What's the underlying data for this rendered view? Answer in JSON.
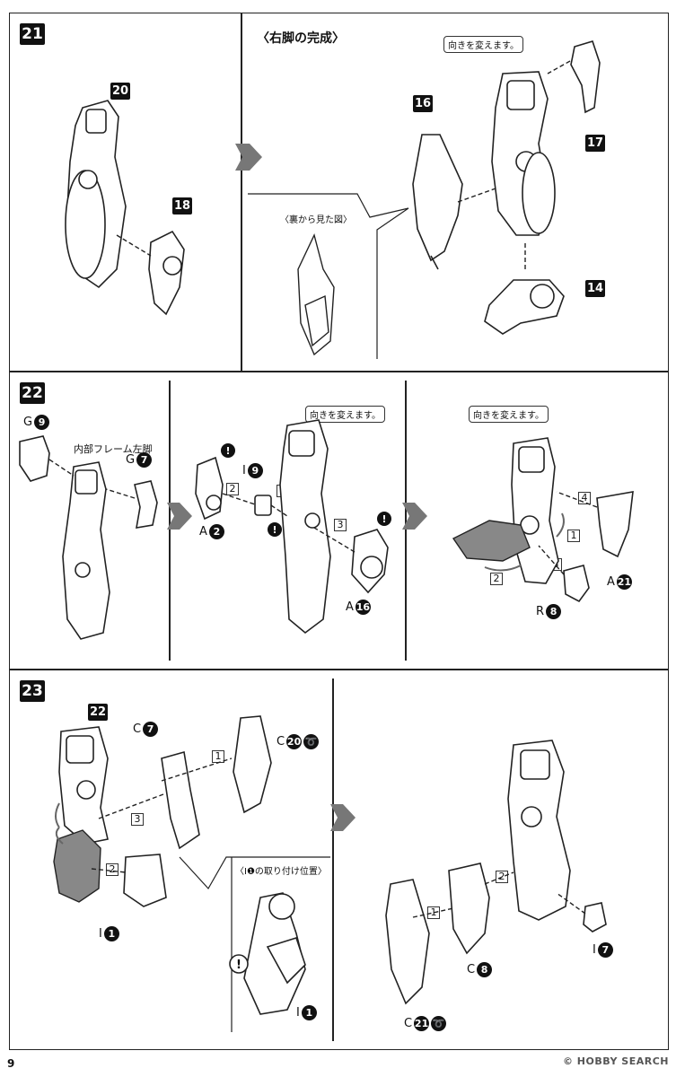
{
  "page_number": "9",
  "watermark": "© HOBBY SEARCH",
  "step21": {
    "step": "21",
    "title": "〈右脚の完成〉",
    "change_dir": "向きを変えます。",
    "back_view": "〈裏から見た図〉",
    "parts": {
      "p20": "20",
      "p18": "18",
      "p16": "16",
      "p17": "17",
      "p14": "14"
    }
  },
  "step22": {
    "step": "22",
    "inner_frame": "内部フレーム左脚",
    "change_dir_a": "向きを変えます。",
    "change_dir_b": "向きを変えます。",
    "labels": {
      "g9_letter": "G",
      "g9_num": "9",
      "g7_letter": "G",
      "g7_num": "7",
      "a2_letter": "A",
      "a2_num": "2",
      "i9_letter": "I",
      "i9_num": "9",
      "a16_letter": "A",
      "a16_num": "16",
      "a21_letter": "A",
      "a21_num": "21",
      "r8_letter": "R",
      "r8_num": "8"
    },
    "seq_b": [
      "1",
      "2",
      "3"
    ],
    "seq_c": [
      "1",
      "2",
      "3",
      "4"
    ]
  },
  "step23": {
    "step": "23",
    "part22": "22",
    "pos_note": "〈I❶の取り付け位置〉",
    "labels": {
      "c7_letter": "C",
      "c7_num": "7",
      "c20_letter": "C",
      "c20_num": "20",
      "i1_letter": "I",
      "i1_num": "1",
      "i1b_letter": "I",
      "i1b_num": "1",
      "c21_letter": "C",
      "c21_num": "21",
      "c8_letter": "C",
      "c8_num": "8",
      "i7_letter": "I",
      "i7_num": "7"
    },
    "seq_a": [
      "1",
      "2",
      "3"
    ],
    "seq_b": [
      "1",
      "2"
    ]
  }
}
